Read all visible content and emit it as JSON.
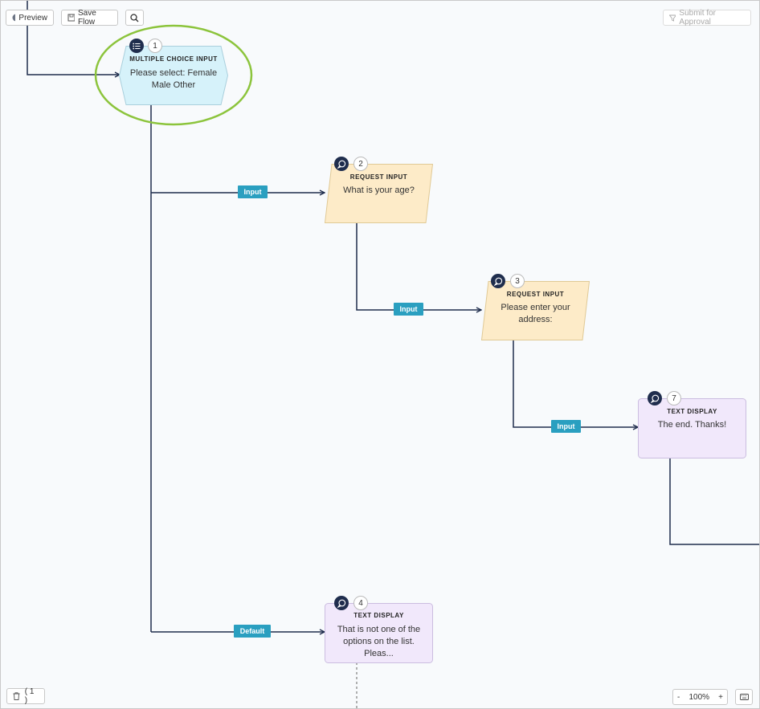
{
  "toolbar": {
    "preview_label": "Preview",
    "save_label": "Save Flow",
    "submit_label": "Submit for Approval"
  },
  "nodes": [
    {
      "number": "1",
      "type": "MULTIPLE CHOICE INPUT",
      "text": "Please select: Female Male Other",
      "icon": "list-icon",
      "color": "#d6f2fa"
    },
    {
      "number": "2",
      "type": "REQUEST INPUT",
      "text": "What is your age?",
      "icon": "chat-bubble-icon",
      "color": "#fdebc8"
    },
    {
      "number": "3",
      "type": "REQUEST INPUT",
      "text": "Please enter your address:",
      "icon": "chat-bubble-icon",
      "color": "#fdebc8"
    },
    {
      "number": "7",
      "type": "TEXT DISPLAY",
      "text": "The end. Thanks!",
      "icon": "chat-bubble-icon",
      "color": "#f1e8fb"
    },
    {
      "number": "4",
      "type": "TEXT DISPLAY",
      "text": "That is not one of the options on the list. Pleas...",
      "icon": "chat-bubble-icon",
      "color": "#f1e8fb"
    }
  ],
  "edge_labels": {
    "input_1": "Input",
    "input_2": "Input",
    "input_3": "Input",
    "default": "Default"
  },
  "footer": {
    "trash_count": "( 1 )",
    "zoom_minus": "-",
    "zoom_level": "100%",
    "zoom_plus": "+"
  },
  "colors": {
    "edge": "#1f2d4d",
    "edge_label_bg": "#2a9fc0",
    "highlight": "#8cc43c"
  }
}
